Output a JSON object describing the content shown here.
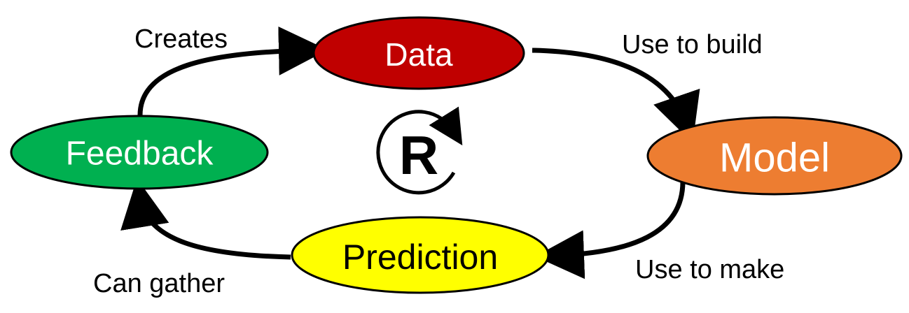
{
  "nodes": {
    "data": {
      "label": "Data",
      "fill": "#c00000",
      "text_color": "#ffffff"
    },
    "model": {
      "label": "Model",
      "fill": "#ed7d31",
      "text_color": "#ffffff"
    },
    "prediction": {
      "label": "Prediction",
      "fill": "#ffff00",
      "text_color": "#000000"
    },
    "feedback": {
      "label": "Feedback",
      "fill": "#00b050",
      "text_color": "#ffffff"
    }
  },
  "edges": {
    "data_to_model": "Use to build",
    "model_to_prediction": "Use to make",
    "prediction_to_feedback": "Can gather",
    "feedback_to_data": "Creates"
  },
  "center_symbol": {
    "letter": "R",
    "icon": "refresh-cycle-icon"
  }
}
